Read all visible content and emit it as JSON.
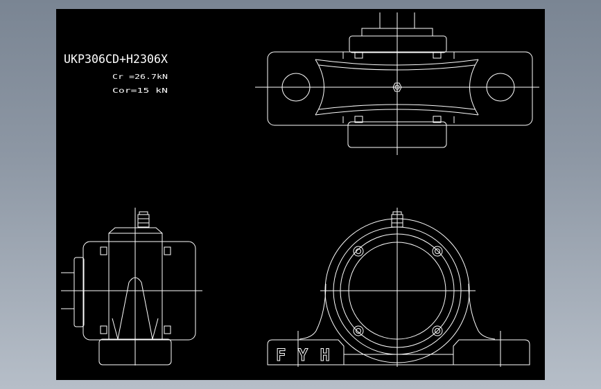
{
  "title": "UKP306CD+H2306X",
  "specs": [
    {
      "label": "Cr =26.7kN"
    },
    {
      "label": "Cor=15  kN"
    }
  ],
  "brand": "FYH",
  "colors": {
    "background": "#000000",
    "lines": "#ffffff",
    "frame": "#8d97a4"
  }
}
